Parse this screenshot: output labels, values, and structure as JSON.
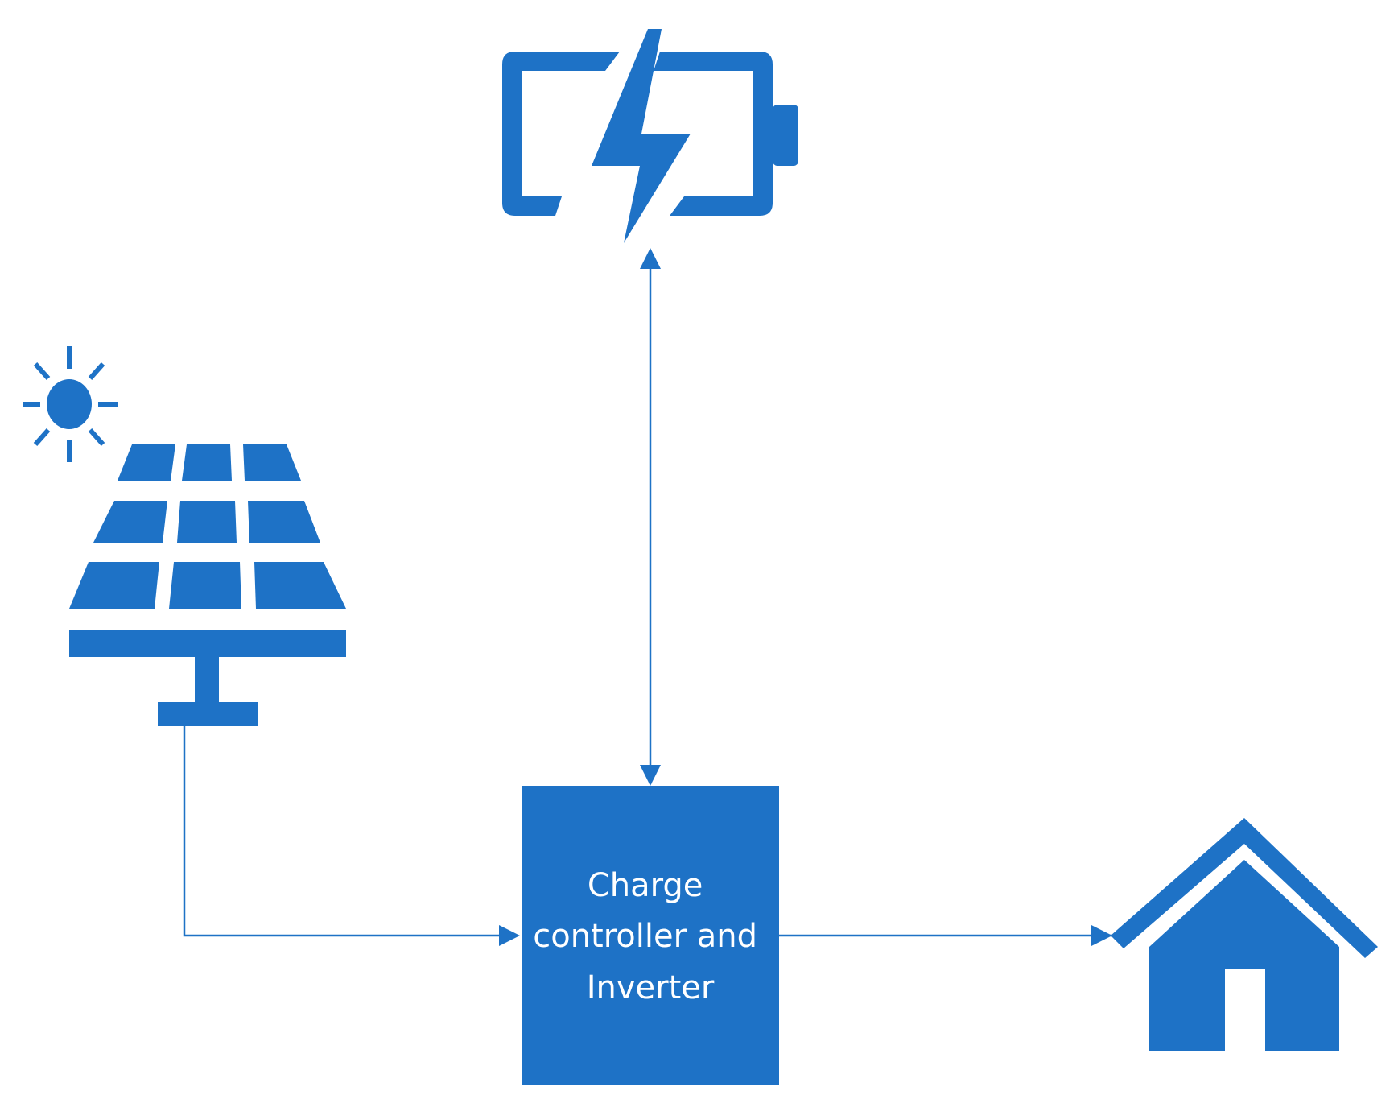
{
  "colors": {
    "primary": "#1E72C6",
    "background": "#FFFFFF",
    "box_text": "#FFFFFF"
  },
  "nodes": {
    "battery": {
      "icon": "battery-charging-icon"
    },
    "solar": {
      "icon": "solar-panel-icon",
      "sun_icon": "sun-icon"
    },
    "controller": {
      "label_lines": [
        "Charge",
        "controller and",
        "Inverter"
      ]
    },
    "house": {
      "icon": "house-icon"
    }
  },
  "edges": [
    {
      "from": "solar",
      "to": "controller",
      "direction": "one-way"
    },
    {
      "from": "controller",
      "to": "battery",
      "direction": "two-way"
    },
    {
      "from": "controller",
      "to": "house",
      "direction": "one-way"
    }
  ]
}
